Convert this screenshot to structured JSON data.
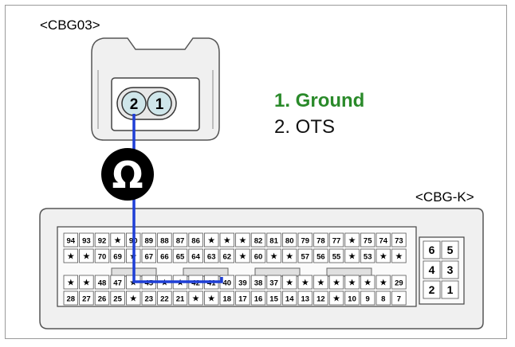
{
  "connectors": {
    "cbg03": {
      "label": "<CBG03>",
      "pins": [
        "2",
        "1"
      ]
    },
    "cbgk": {
      "label": "<CBG-K>",
      "rows": [
        [
          "94",
          "93",
          "92",
          "★",
          "90",
          "89",
          "88",
          "87",
          "86",
          "★",
          "★",
          "★",
          "82",
          "81",
          "80",
          "79",
          "78",
          "77",
          "★",
          "75",
          "74",
          "73"
        ],
        [
          "★",
          "★",
          "70",
          "69",
          "★",
          "67",
          "66",
          "65",
          "64",
          "63",
          "62",
          "★",
          "60",
          "★",
          "★",
          "57",
          "56",
          "55",
          "★",
          "53",
          "★",
          "★"
        ],
        [
          "★",
          "★",
          "48",
          "47",
          "★",
          "45",
          "★",
          "★",
          "42",
          "41",
          "40",
          "39",
          "38",
          "37",
          "★",
          "★",
          "★",
          "★",
          "★",
          "★",
          "★",
          "29"
        ],
        [
          "28",
          "27",
          "26",
          "25",
          "★",
          "23",
          "22",
          "21",
          "★",
          "★",
          "18",
          "17",
          "16",
          "15",
          "14",
          "13",
          "12",
          "★",
          "10",
          "9",
          "8",
          "7"
        ]
      ],
      "side_pins": [
        "6",
        "5",
        "4",
        "3",
        "2",
        "1"
      ]
    }
  },
  "meter": {
    "symbol": "Ω"
  },
  "legend": {
    "item1": "1. Ground",
    "item2": "2. OTS"
  },
  "colors": {
    "ground": "#2a8a2a",
    "probe": "#1f3fd6",
    "pin_fill": "#cfe6ea"
  }
}
